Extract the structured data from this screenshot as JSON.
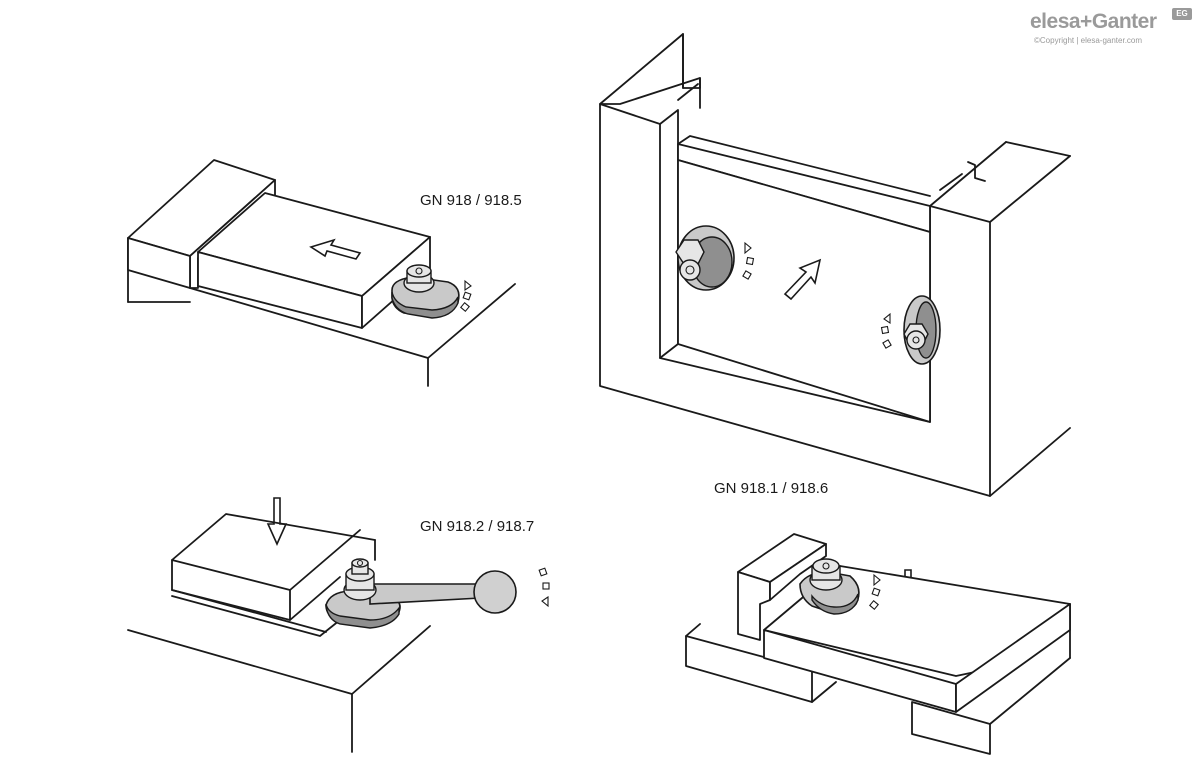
{
  "labels": {
    "top_left": "GN 918 / 918.5",
    "top_right": "GN 918.1 / 918.6",
    "bottom_left": "GN 918.2 / 918.7"
  },
  "logo": {
    "brand": "elesa+Ganter",
    "badge": "EG",
    "copyright": "©Copyright | elesa-ganter.com"
  },
  "colors": {
    "line": "#1a1a1a",
    "clamp_fill": "#c9c9c9",
    "logo_gray": "#9a9a9a"
  }
}
